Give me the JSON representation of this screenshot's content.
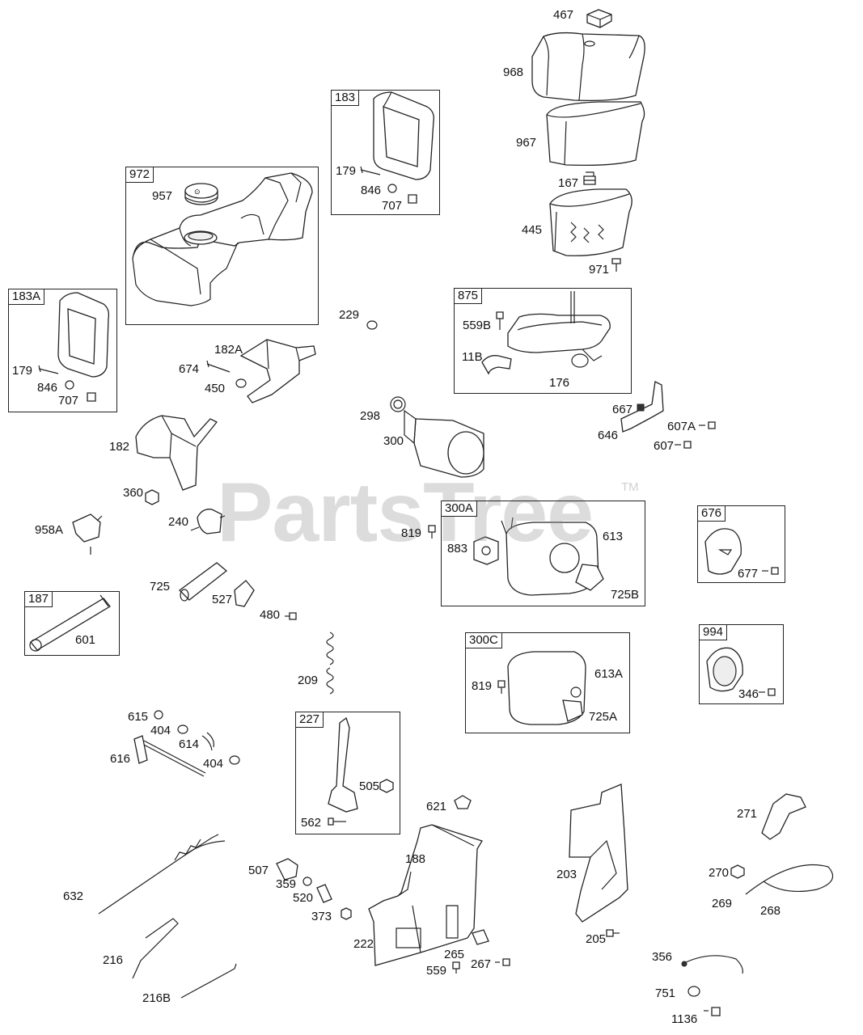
{
  "watermark": {
    "text": "PartsTree",
    "trademark": "TM"
  },
  "boxes": [
    {
      "id": "183",
      "label": "183"
    },
    {
      "id": "972",
      "label": "972"
    },
    {
      "id": "183A",
      "label": "183A"
    },
    {
      "id": "875",
      "label": "875"
    },
    {
      "id": "300A",
      "label": "300A"
    },
    {
      "id": "676",
      "label": "676"
    },
    {
      "id": "187",
      "label": "187"
    },
    {
      "id": "994",
      "label": "994"
    },
    {
      "id": "300C",
      "label": "300C"
    },
    {
      "id": "227",
      "label": "227"
    }
  ],
  "callouts": [
    "467",
    "968",
    "967",
    "167",
    "445",
    "971",
    "179",
    "846",
    "707",
    "957",
    "179",
    "846",
    "707",
    "229",
    "182A",
    "674",
    "450",
    "559B",
    "11B",
    "176",
    "667",
    "607A",
    "646",
    "607",
    "298",
    "300",
    "182",
    "360",
    "240",
    "958A",
    "819",
    "883",
    "613",
    "725B",
    "677",
    "725",
    "527",
    "480",
    "601",
    "209",
    "819",
    "613A",
    "725A",
    "346",
    "615",
    "404",
    "614",
    "404",
    "616",
    "505",
    "562",
    "621",
    "188",
    "271",
    "507",
    "359",
    "520",
    "373",
    "203",
    "270",
    "269",
    "268",
    "632",
    "222",
    "265",
    "267",
    "559",
    "205",
    "216",
    "356",
    "751",
    "216B",
    "1136"
  ]
}
